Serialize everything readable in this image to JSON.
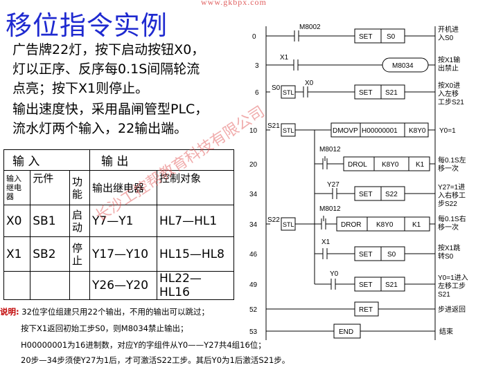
{
  "header": {
    "title": "移位指令实例",
    "site": "www.gkbpx.com"
  },
  "description": {
    "line1": "广告牌22灯，按下启动按钮X0，",
    "line2": "灯以正序、反序每0.1S间隔轮流",
    "line3": "点亮；按下X1则停止。",
    "line4": "输出速度快，采用晶闸管型PLC，",
    "line5": "流水灯两个输入，22输出端。"
  },
  "io_table": {
    "input_header": "输 入",
    "output_header": "输 出",
    "col_relay": "输入继电器",
    "col_element": "元件",
    "col_function": "功能",
    "col_out_relay": "输出继电器",
    "col_control": "控制对象",
    "rows": [
      {
        "relay": "X0",
        "element": "SB1",
        "function": "启动",
        "out": "Y7—Y1",
        "control": "HL7—HL1"
      },
      {
        "relay": "X1",
        "element": "SB2",
        "function": "停止",
        "out": "Y17—Y10",
        "control": "HL15—HL8"
      },
      {
        "relay": "",
        "element": "",
        "function": "",
        "out": "Y26—Y20",
        "control": "HL22—HL16"
      }
    ]
  },
  "notes": {
    "label": "说明:",
    "n1": "32位字位组建只用22个输出，不用的输出可以跳过；",
    "n2": "按下X1返回初始工步S0，则M8034禁止输出；",
    "n3": "H00000001为16进制数，对应Y的字组件从Y0——Y27共4组16位；",
    "n4": "20步—34步须使Y27为1后，才可激活S22工步。其后Y0为1后激活S21步。"
  },
  "ladder": {
    "rungs": [
      {
        "step": "0",
        "contact": "M8002",
        "instr": "SET",
        "op1": "S0",
        "comment1": "开机进",
        "comment2": "入S0"
      },
      {
        "step": "3",
        "contact": "X1",
        "coil": "M8034",
        "comment1": "按X1输",
        "comment2": "出禁止"
      },
      {
        "step": "6",
        "stl": "S0",
        "stl_tag": "STL",
        "contact": "X0",
        "instr": "SET",
        "op1": "S21",
        "comment1": "按X0进",
        "comment2": "入左移",
        "comment3": "工步S21"
      },
      {
        "step": "10",
        "stl": "S21",
        "stl_tag": "STL",
        "instr": "DMOVP",
        "op1": "H00000001",
        "op2": "K8Y0",
        "comment1": "Y0=1"
      },
      {
        "step": "20",
        "contact": "M8012",
        "instr": "DROL",
        "op1": "K8Y0",
        "op2": "K1",
        "comment1": "每0.1S左",
        "comment2": "移一次"
      },
      {
        "step": "34",
        "contact": "Y27",
        "instr": "SET",
        "op1": "S22",
        "comment1": "Y27=1进",
        "comment2": "入右移工",
        "comment3": "步S22"
      },
      {
        "step": "34",
        "stl": "S22",
        "stl_tag": "STL",
        "contact": "M8012",
        "instr": "DROR",
        "op1": "K8Y0",
        "op2": "K1",
        "comment1": "每0.1S右",
        "comment2": "移一次"
      },
      {
        "step": "46",
        "contact": "X1",
        "instr": "SET",
        "op1": "S0",
        "comment1": "按X1跳",
        "comment2": "转S0"
      },
      {
        "step": "49",
        "contact": "Y0",
        "instr": "SET",
        "op1": "S21",
        "comment1": "Y0=1进入",
        "comment2": "左移工步",
        "comment3": "S21"
      },
      {
        "step": "52",
        "instr": "RET",
        "comment1": "步进返回"
      },
      {
        "step": "53",
        "instr": "END",
        "comment1": "结束"
      }
    ]
  },
  "watermark": "长沙工控帮教育科技有限公司"
}
